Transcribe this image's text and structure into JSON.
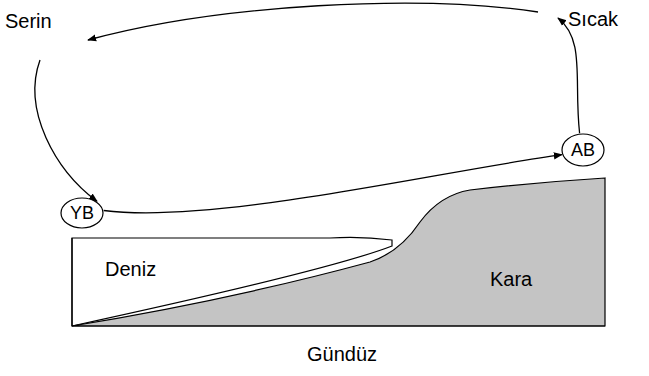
{
  "diagram": {
    "nodes": [
      {
        "text": [
          "YB"
        ]
      },
      {
        "text": [
          "AB"
        ]
      }
    ],
    "edges": [
      {
        "from": 0,
        "to": 1,
        "arrow": "to"
      },
      {
        "from": 1,
        "to": 0,
        "arrow": "to"
      }
    ],
    "labels": [
      "Serin",
      "Sıcak",
      "Deniz",
      "Kara",
      "Gündüz"
    ]
  }
}
